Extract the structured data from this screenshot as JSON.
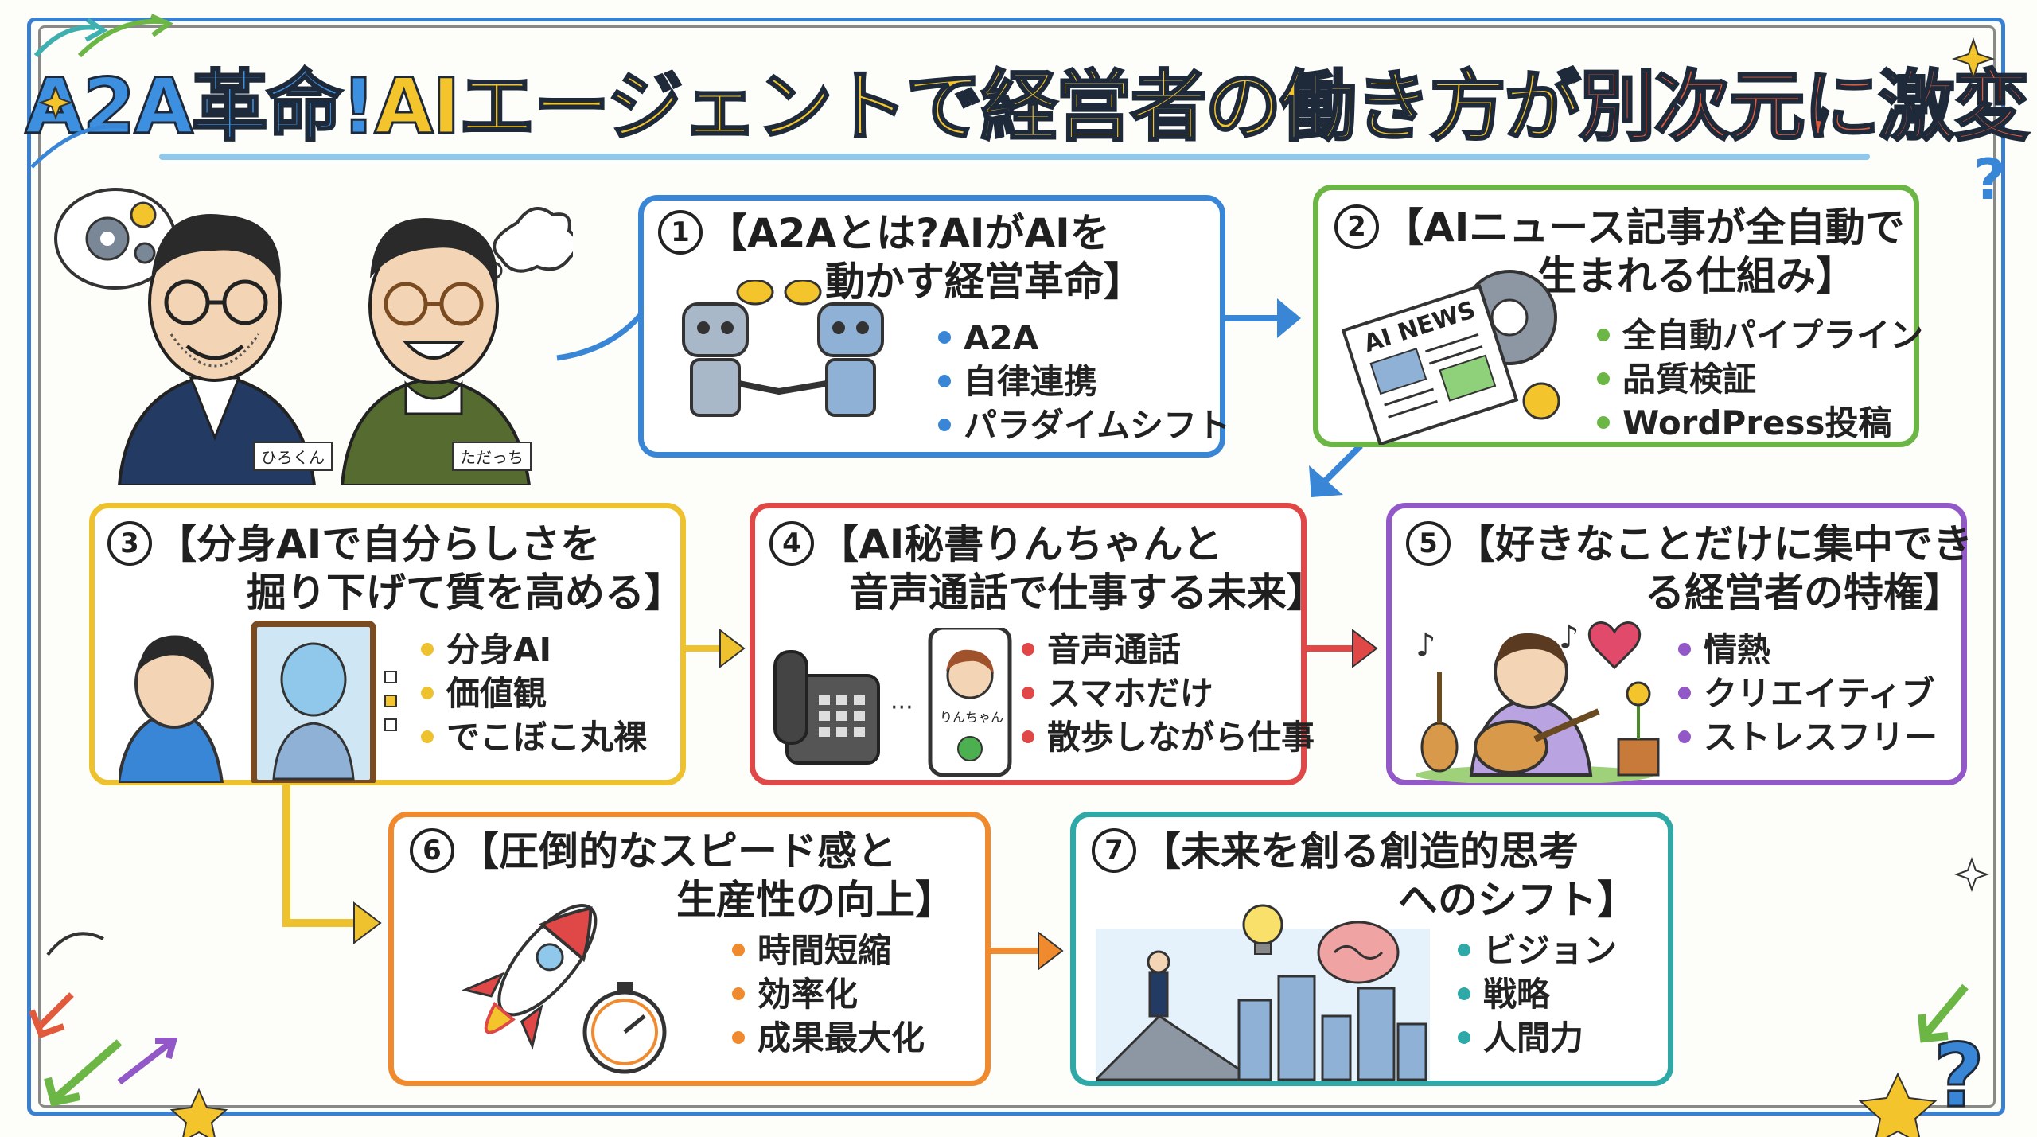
{
  "title": {
    "part1": "A2A革命!",
    "part2": "AIエージェントで",
    "part3": "経営者の働き方が",
    "part4": "別次元に激変"
  },
  "people": [
    {
      "name": "ひろくん"
    },
    {
      "name": "ただっち"
    }
  ],
  "cards": [
    {
      "number": "1",
      "title_line1": "【A2Aとは?AIがAIを",
      "title_line2": "動かす経営革命】",
      "color": "#3a86d6",
      "bullets": [
        "A2A",
        "自律連携",
        "パラダイムシフト"
      ]
    },
    {
      "number": "2",
      "title_line1": "【AIニュース記事が全自動で",
      "title_line2": "生まれる仕組み】",
      "color": "#6cb646",
      "news_label": "AI NEWS",
      "bullets": [
        "全自動パイプライン",
        "品質検証",
        "WordPress投稿"
      ]
    },
    {
      "number": "3",
      "title_line1": "【分身AIで自分らしさを",
      "title_line2": "掘り下げて質を高める】",
      "color": "#eec12e",
      "bullets": [
        "分身AI",
        "価値観",
        "でこぼこ丸裸"
      ]
    },
    {
      "number": "4",
      "title_line1": "【AI秘書りんちゃんと",
      "title_line2": "音声通話で仕事する未来】",
      "color": "#e04848",
      "phone_label": "りんちゃん",
      "bullets": [
        "音声通話",
        "スマホだけ",
        "散歩しながら仕事"
      ]
    },
    {
      "number": "5",
      "title_line1": "【好きなことだけに集中でき",
      "title_line2": "る経営者の特権】",
      "color": "#9358c8",
      "bullets": [
        "情熱",
        "クリエイティブ",
        "ストレスフリー"
      ]
    },
    {
      "number": "6",
      "title_line1": "【圧倒的なスピード感と",
      "title_line2": "生産性の向上】",
      "color": "#ef8a2e",
      "bullets": [
        "時間短縮",
        "効率化",
        "成果最大化"
      ]
    },
    {
      "number": "7",
      "title_line1": "【未来を創る創造的思考",
      "title_line2": "へのシフト】",
      "color": "#2fa8a8",
      "bullets": [
        "ビジョン",
        "戦略",
        "人間力"
      ]
    }
  ],
  "colors": {
    "frame": "#3a7fd0",
    "arrow_blue": "#3a86d6",
    "arrow_yellow": "#eec12e",
    "arrow_red": "#e04848",
    "arrow_orange": "#ef8a2e"
  }
}
